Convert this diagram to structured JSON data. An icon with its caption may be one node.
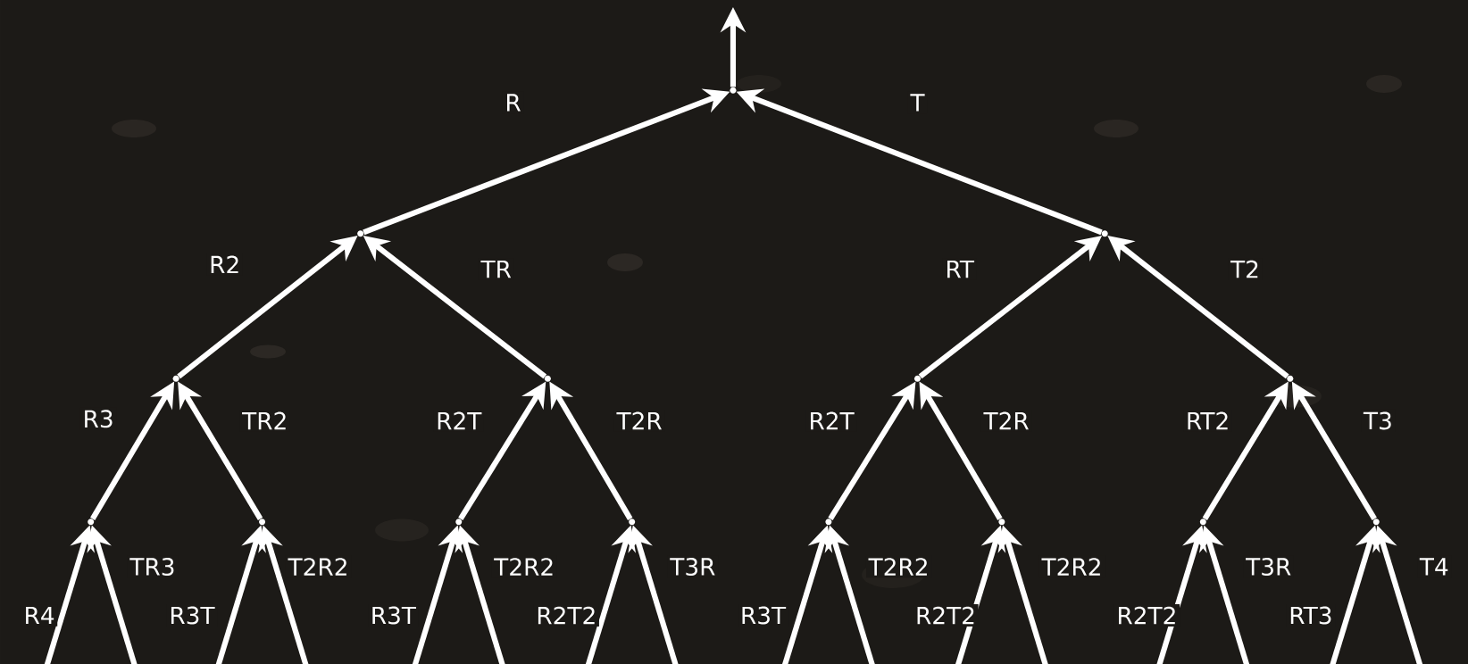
{
  "diagram": {
    "nodes": [
      {
        "text": [],
        "shape": "point"
      },
      {
        "text": [],
        "shape": "point"
      },
      {
        "text": [],
        "shape": "point"
      },
      {
        "text": [],
        "shape": "point"
      },
      {
        "text": [],
        "shape": "point"
      },
      {
        "text": [],
        "shape": "point"
      },
      {
        "text": [],
        "shape": "point"
      },
      {
        "text": [],
        "shape": "point"
      },
      {
        "text": [],
        "shape": "point"
      },
      {
        "text": [],
        "shape": "point"
      },
      {
        "text": [],
        "shape": "point"
      },
      {
        "text": [],
        "shape": "point"
      },
      {
        "text": [],
        "shape": "point"
      },
      {
        "text": [],
        "shape": "point"
      },
      {
        "text": [],
        "shape": "point"
      }
    ],
    "edges": [
      {
        "from": 0,
        "to": null,
        "arrow": "to"
      },
      {
        "from": 1,
        "to": 0,
        "arrow": "to",
        "label": "R"
      },
      {
        "from": 2,
        "to": 0,
        "arrow": "to",
        "label": "T"
      },
      {
        "from": 3,
        "to": 1,
        "arrow": "to",
        "label": "R2"
      },
      {
        "from": 4,
        "to": 1,
        "arrow": "to",
        "label": "TR"
      },
      {
        "from": 5,
        "to": 2,
        "arrow": "to",
        "label": "RT"
      },
      {
        "from": 6,
        "to": 2,
        "arrow": "to",
        "label": "T2"
      },
      {
        "from": 7,
        "to": 3,
        "arrow": "to",
        "label": "R3"
      },
      {
        "from": 8,
        "to": 3,
        "arrow": "to",
        "label": "TR2"
      },
      {
        "from": 9,
        "to": 4,
        "arrow": "to",
        "label": "R2T"
      },
      {
        "from": 10,
        "to": 4,
        "arrow": "to",
        "label": "T2R"
      },
      {
        "from": 11,
        "to": 5,
        "arrow": "to",
        "label": "R2T"
      },
      {
        "from": 12,
        "to": 5,
        "arrow": "to",
        "label": "T2R"
      },
      {
        "from": 13,
        "to": 6,
        "arrow": "to",
        "label": "RT2"
      },
      {
        "from": 14,
        "to": 6,
        "arrow": "to",
        "label": "T3"
      },
      {
        "from": null,
        "to": 7,
        "arrow": "to",
        "label": "R4"
      },
      {
        "from": null,
        "to": 7,
        "arrow": "to",
        "label": "TR3"
      },
      {
        "from": null,
        "to": 8,
        "arrow": "to",
        "label": "R3T"
      },
      {
        "from": null,
        "to": 8,
        "arrow": "to",
        "label": "T2R2"
      },
      {
        "from": null,
        "to": 9,
        "arrow": "to",
        "label": "R3T"
      },
      {
        "from": null,
        "to": 9,
        "arrow": "to",
        "label": "T2R2"
      },
      {
        "from": null,
        "to": 10,
        "arrow": "to",
        "label": "R2T2"
      },
      {
        "from": null,
        "to": 10,
        "arrow": "to",
        "label": "T3R"
      },
      {
        "from": null,
        "to": 11,
        "arrow": "to",
        "label": "R3T"
      },
      {
        "from": null,
        "to": 11,
        "arrow": "to",
        "label": "T2R2"
      },
      {
        "from": null,
        "to": 12,
        "arrow": "to",
        "label": "R2T2"
      },
      {
        "from": null,
        "to": 12,
        "arrow": "to",
        "label": "T2R2"
      },
      {
        "from": null,
        "to": 13,
        "arrow": "to",
        "label": "R2T2"
      },
      {
        "from": null,
        "to": 13,
        "arrow": "to",
        "label": "T3R"
      },
      {
        "from": null,
        "to": 14,
        "arrow": "to",
        "label": "RT3"
      },
      {
        "from": null,
        "to": 14,
        "arrow": "to",
        "label": "T4"
      }
    ]
  }
}
